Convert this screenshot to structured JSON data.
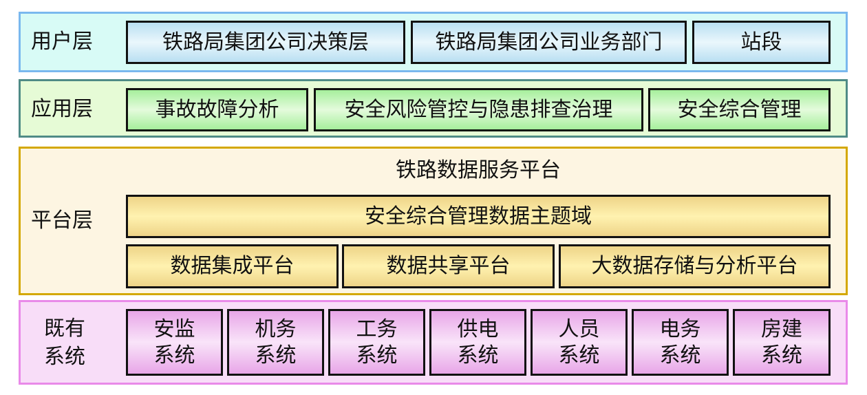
{
  "layers": {
    "user": {
      "label": "用户层",
      "items": [
        "铁路局集团公司决策层",
        "铁路局集团公司业务部门",
        "站段"
      ]
    },
    "application": {
      "label": "应用层",
      "items": [
        "事故故障分析",
        "安全风险管控与隐患排查治理",
        "安全综合管理"
      ]
    },
    "platform": {
      "label": "平台层",
      "title": "铁路数据服务平台",
      "domain": "安全综合管理数据主题域",
      "items": [
        "数据集成平台",
        "数据共享平台",
        "大数据存储与分析平台"
      ]
    },
    "existing": {
      "label_line1": "既有",
      "label_line2": "系统",
      "items": [
        {
          "l1": "安监",
          "l2": "系统"
        },
        {
          "l1": "机务",
          "l2": "系统"
        },
        {
          "l1": "工务",
          "l2": "系统"
        },
        {
          "l1": "供电",
          "l2": "系统"
        },
        {
          "l1": "人员",
          "l2": "系统"
        },
        {
          "l1": "电务",
          "l2": "系统"
        },
        {
          "l1": "房建",
          "l2": "系统"
        }
      ]
    }
  },
  "colors": {
    "user": "#d8fbf6",
    "application": "#e6fbd6",
    "platform": "#fdf5e2",
    "existing": "#f8ddf8"
  }
}
